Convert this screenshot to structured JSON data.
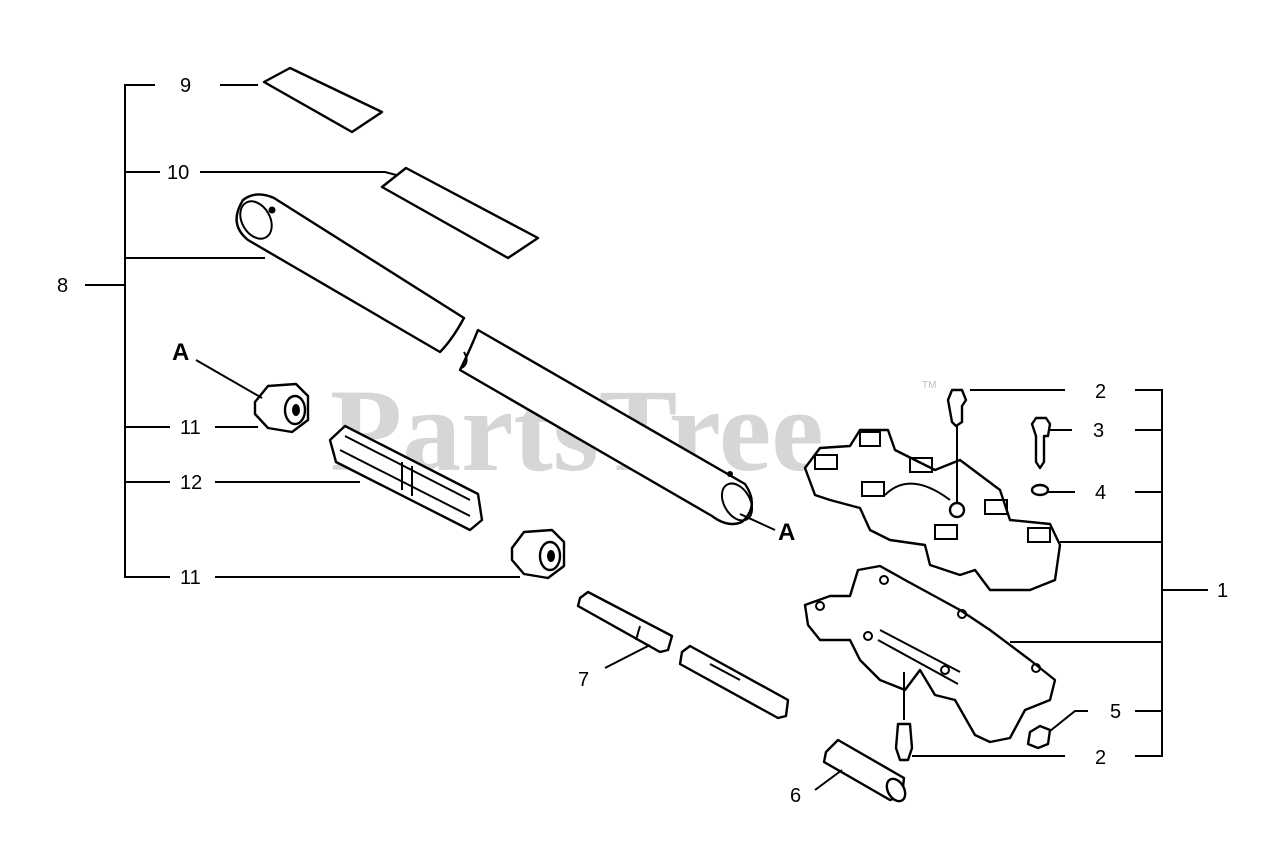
{
  "watermark": {
    "text": "PartsTree",
    "trademark": "TM"
  },
  "callouts": {
    "c9": "9",
    "c10": "10",
    "c8": "8",
    "c11a": "11",
    "c12": "12",
    "c11b": "11",
    "c7": "7",
    "c6": "6",
    "c2a": "2",
    "c3": "3",
    "c4": "4",
    "c1": "1",
    "c5": "5",
    "c2b": "2",
    "a_left": "A",
    "a_right": "A"
  }
}
